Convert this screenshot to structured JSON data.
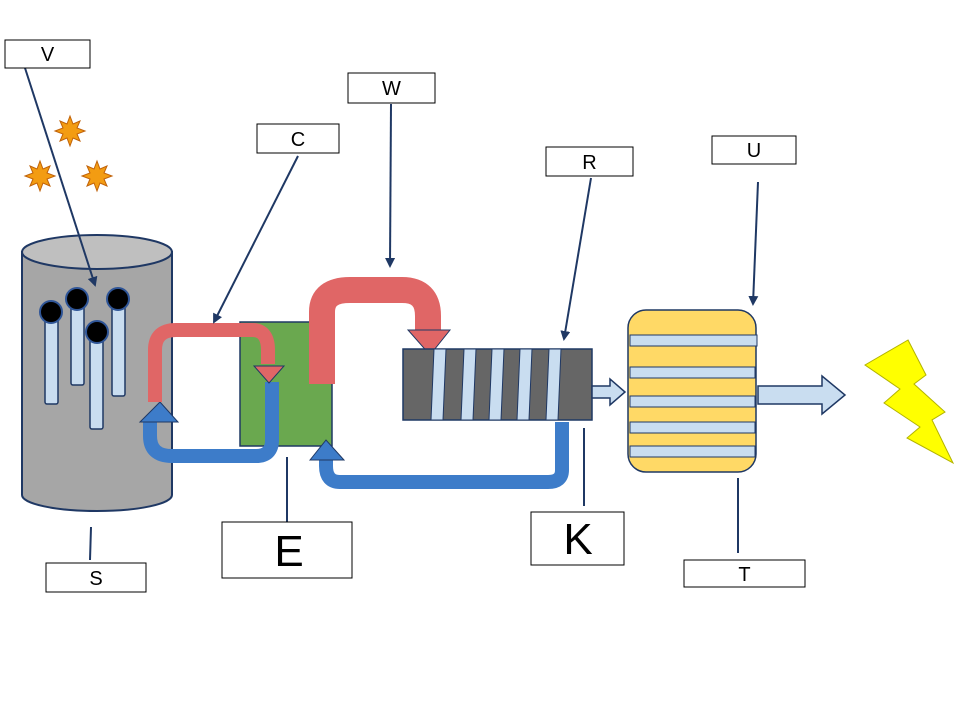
{
  "labels": {
    "V": "V",
    "C": "C",
    "W": "W",
    "R": "R",
    "U": "U",
    "S": "S",
    "E": "E",
    "K": "K",
    "T": "T"
  },
  "colors": {
    "hot_loop": "#e06666",
    "cold_loop": "#3d7cc9",
    "reactor_vessel": "#a6a6a6",
    "fuel_rod": "#c9ddf0",
    "heat_exchanger": "#6aa84f",
    "turbine": "#666666",
    "generator": "#ffd966",
    "electricity": "#ffff00",
    "particles": "#f39c12",
    "connector_line": "#1f3864"
  },
  "icons": [
    "radiation-particle-icon",
    "lightning-bolt-icon",
    "output-arrow-icon"
  ]
}
